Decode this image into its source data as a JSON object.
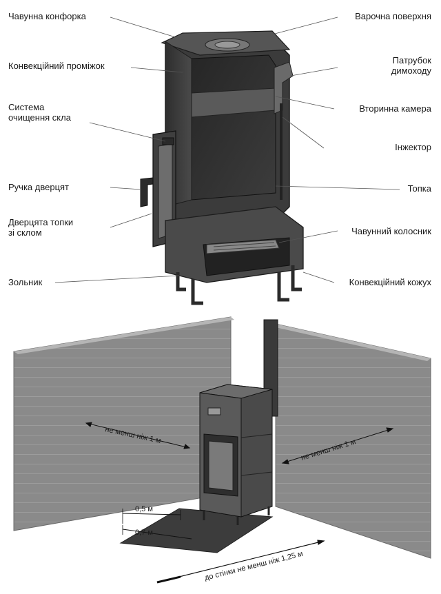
{
  "top_diagram": {
    "labels_left": [
      {
        "id": "cast-iron-hob",
        "text": "Чавунна конфорка"
      },
      {
        "id": "convection-gap",
        "text": "Конвекційний проміжок"
      },
      {
        "id": "glass-cleaning",
        "text": "Система",
        "text2": "очищення скла"
      },
      {
        "id": "door-handle",
        "text": "Ручка дверцят"
      },
      {
        "id": "firebox-door",
        "text": "Дверцята топки",
        "text2": "зі склом"
      },
      {
        "id": "ash-pan",
        "text": "Зольник"
      }
    ],
    "labels_right": [
      {
        "id": "cooking-surface",
        "text": "Варочна поверхня"
      },
      {
        "id": "chimney-pipe",
        "text": "Патрубок",
        "text2": "димоходу"
      },
      {
        "id": "secondary-chamber",
        "text": "Вторинна камера"
      },
      {
        "id": "injector",
        "text": "Інжектор"
      },
      {
        "id": "firebox",
        "text": "Топка"
      },
      {
        "id": "cast-iron-grate",
        "text": "Чавунний колосник"
      },
      {
        "id": "convection-casing",
        "text": "Конвекційний кожух"
      }
    ]
  },
  "bottom_diagram": {
    "left_wall_distance": "не менш ніж 1 м",
    "right_wall_distance": "не менш ніж 1 м",
    "pad_width": "0,5 м",
    "pad_depth": "0,7 м",
    "front_wall_distance": "до стінки не менш ніж 1,25 м"
  }
}
